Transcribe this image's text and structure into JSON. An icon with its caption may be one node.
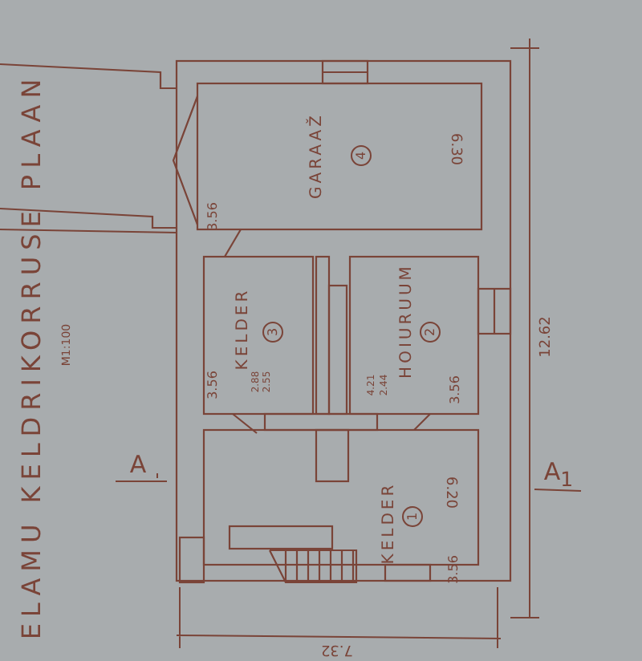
{
  "diagram": {
    "title": "ELAMU KELDRIKORRUSE PLAAN",
    "nodes": [
      {
        "text": [
          "GARAAŽ",
          "4"
        ]
      },
      {
        "text": [
          "KELDER",
          "3"
        ]
      },
      {
        "text": [
          "HOIURUUM",
          "2"
        ]
      },
      {
        "text": [
          "KELDER",
          "1"
        ]
      }
    ],
    "labels": [
      "M1:100",
      "6.30",
      "3.56",
      "3.56",
      "2.88",
      "2.55",
      "4.21",
      "2.44",
      "3.56",
      "6.20",
      "3.56",
      "12.62",
      "7.32",
      "A",
      "A$_{1}$"
    ]
  }
}
